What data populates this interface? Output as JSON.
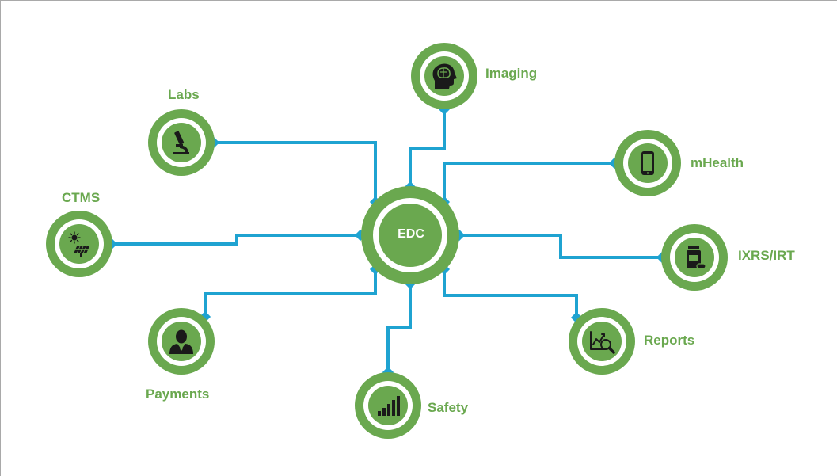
{
  "hub": {
    "label": "EDC"
  },
  "nodes": [
    {
      "id": "labs",
      "label": "Labs",
      "icon": "microscope-icon"
    },
    {
      "id": "imaging",
      "label": "Imaging",
      "icon": "brain-head-icon"
    },
    {
      "id": "mhealth",
      "label": "mHealth",
      "icon": "smartphone-icon"
    },
    {
      "id": "ctms",
      "label": "CTMS",
      "icon": "solar-panel-icon"
    },
    {
      "id": "ixrs",
      "label": "IXRS/IRT",
      "icon": "medicine-bottle-icon"
    },
    {
      "id": "payments",
      "label": "Payments",
      "icon": "businessman-icon"
    },
    {
      "id": "safety",
      "label": "Safety",
      "icon": "signal-bars-icon"
    },
    {
      "id": "reports",
      "label": "Reports",
      "icon": "chart-magnifier-icon"
    }
  ],
  "colors": {
    "green": "#6aa84f",
    "connector": "#1fa3d1",
    "white": "#ffffff",
    "icon": "#1a1a1a"
  }
}
